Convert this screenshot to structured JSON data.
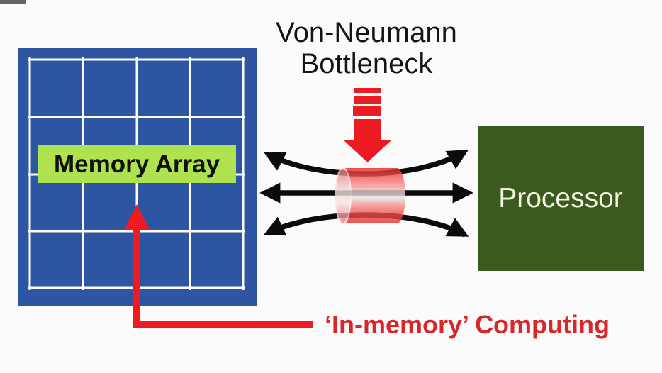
{
  "diagram_title": {
    "line1": "Von-Neumann",
    "line2": "Bottleneck"
  },
  "memory_box": {
    "label": "Memory Array",
    "grid_rows": 4,
    "grid_cols": 4,
    "box_color": "#2e55a1",
    "grid_line_color": "#ffffff",
    "label_bg_color": "#aee24f",
    "label_text_color": "#101010"
  },
  "processor_box": {
    "label": "Processor",
    "box_color": "#3b5b1e",
    "text_color": "#f5f6e4"
  },
  "bottleneck": {
    "cylinder_color": "#ee3a3a",
    "down_arrow_color": "#ec1b23",
    "bus_arrow_color": "#0b0b0b",
    "bus_arrow_count": 3
  },
  "in_memory_annotation": {
    "label": "‘In-memory’ Computing",
    "text_color": "#d8262a",
    "pointer_color": "#ee1b22"
  },
  "background_color": "#fbfbfb"
}
